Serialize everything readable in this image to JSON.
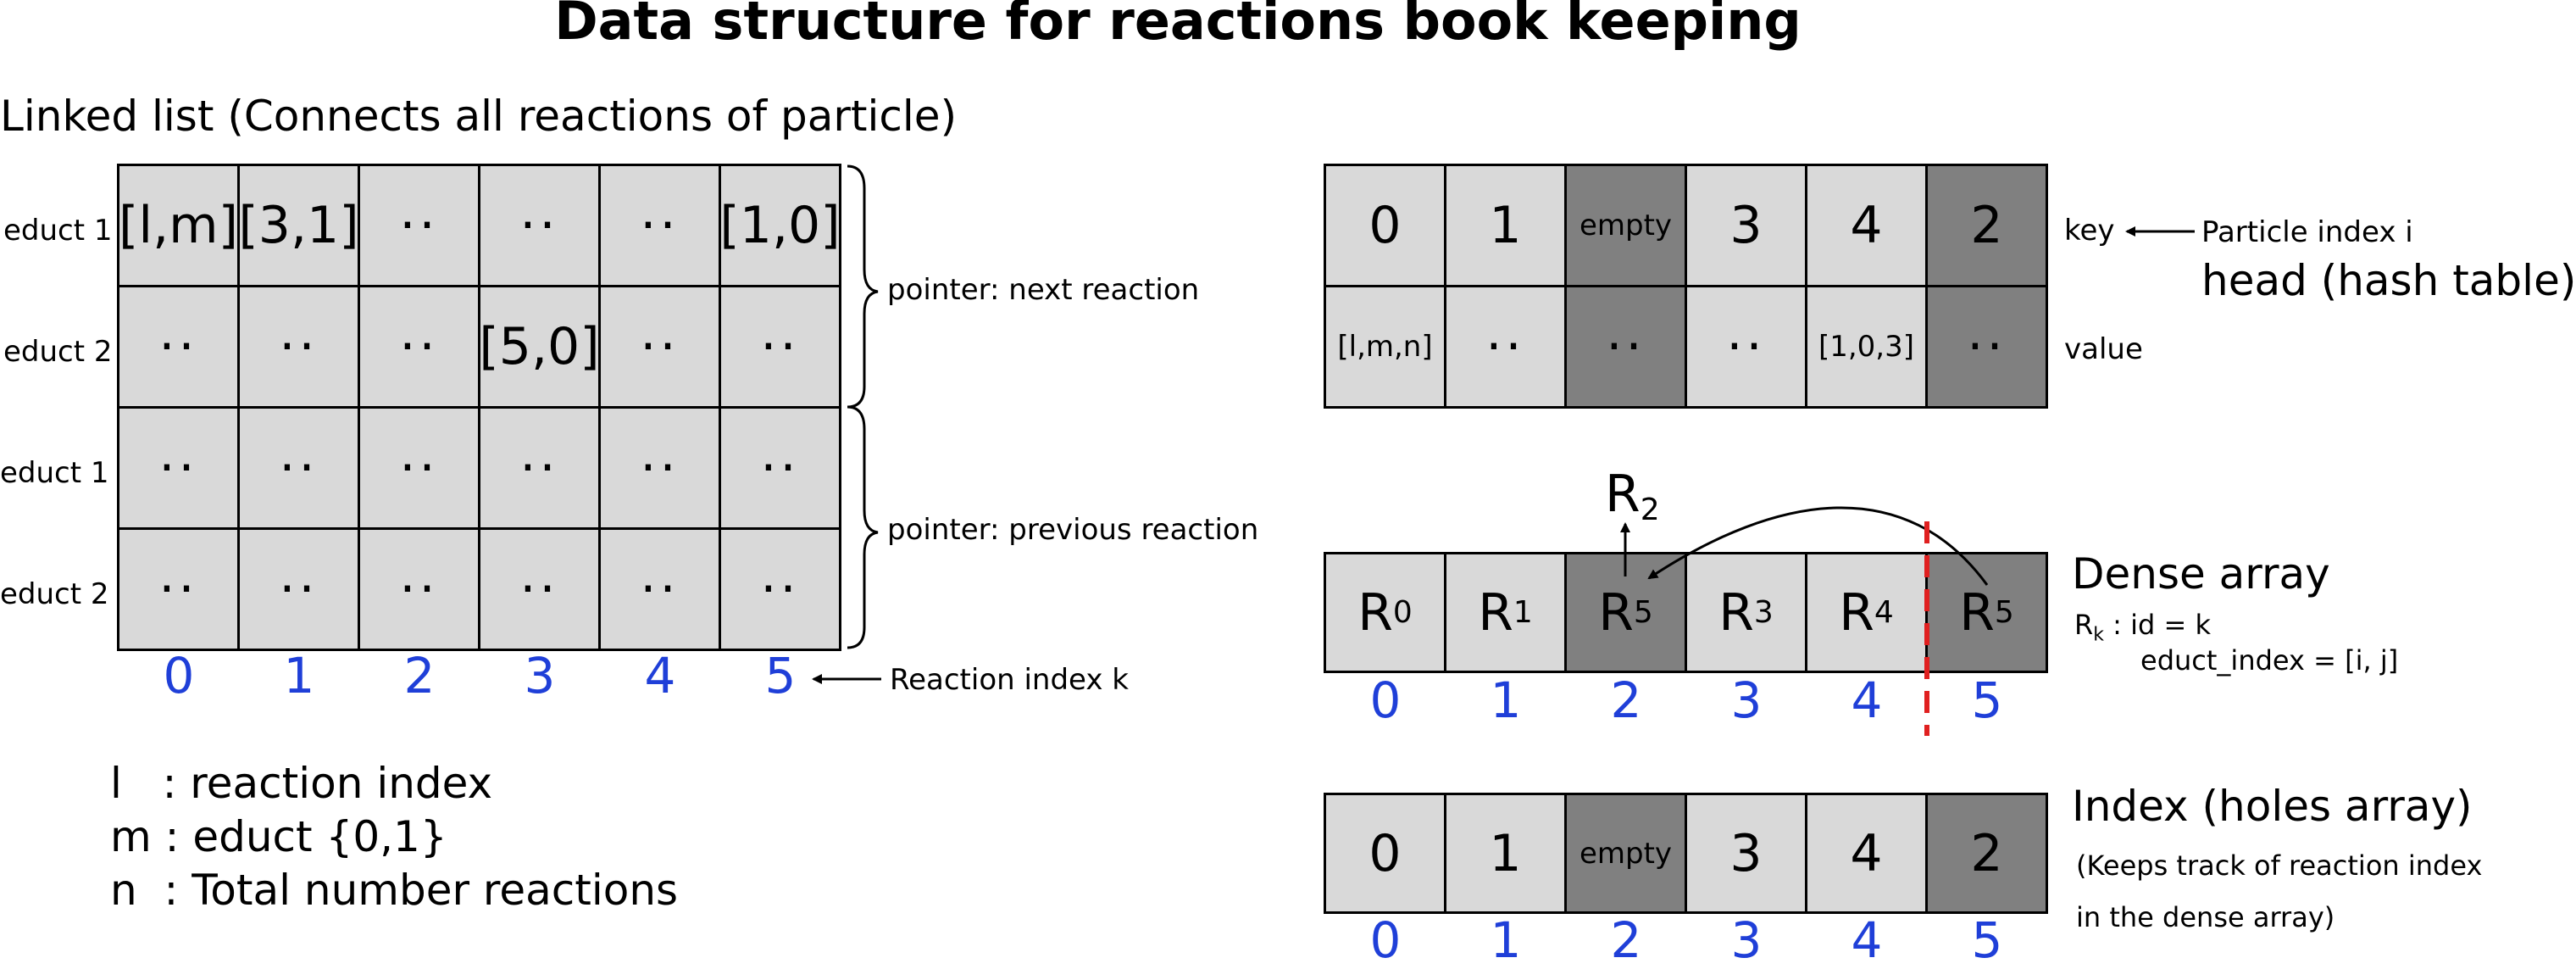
{
  "title": "Data structure for reactions book keeping",
  "linked_list": {
    "heading": "Linked list (Connects all reactions of particle)",
    "row_labels": [
      "educt 1",
      "educt 2",
      "educt 1",
      "educt 2"
    ],
    "rows": [
      [
        "[l,m]",
        "[3,1]",
        "··",
        "··",
        "··",
        "[1,0]"
      ],
      [
        "··",
        "··",
        "··",
        "[5,0]",
        "··",
        "··"
      ],
      [
        "··",
        "··",
        "··",
        "··",
        "··",
        "··"
      ],
      [
        "··",
        "··",
        "··",
        "··",
        "··",
        "··"
      ]
    ],
    "index": [
      "0",
      "1",
      "2",
      "3",
      "4",
      "5"
    ],
    "brace_next": "pointer: next reaction",
    "brace_prev": "pointer: previous reaction",
    "index_label": "Reaction index k"
  },
  "legend": [
    "l   : reaction index",
    "m : educt {0,1}",
    "n  : Total number reactions"
  ],
  "head": {
    "keys": [
      "0",
      "1",
      "empty",
      "3",
      "4",
      "2"
    ],
    "values": [
      "[l,m,n]",
      "··",
      "··",
      "··",
      "[1,0,3]",
      "··"
    ],
    "dark": [
      false,
      false,
      true,
      false,
      false,
      true
    ],
    "key_label": "key",
    "value_label": "value",
    "arrow_label": "Particle index i",
    "caption": "head (hash table)"
  },
  "dense": {
    "cells": [
      {
        "r": "R",
        "sub": "0"
      },
      {
        "r": "R",
        "sub": "1"
      },
      {
        "r": "R",
        "sub": "5"
      },
      {
        "r": "R",
        "sub": "3"
      },
      {
        "r": "R",
        "sub": "4"
      },
      {
        "r": "R",
        "sub": "5"
      }
    ],
    "dark": [
      false,
      false,
      true,
      false,
      false,
      true
    ],
    "index": [
      "0",
      "1",
      "2",
      "3",
      "4",
      "5"
    ],
    "above_r": "R",
    "above_sub": "2",
    "heading": "Dense array",
    "desc_r": "R",
    "desc_sub": "k",
    "desc_line1": " : id = k",
    "desc_line2": "educt_index = [i, j]"
  },
  "holes": {
    "cells": [
      "0",
      "1",
      "empty",
      "3",
      "4",
      "2"
    ],
    "dark": [
      false,
      false,
      true,
      false,
      false,
      true
    ],
    "index": [
      "0",
      "1",
      "2",
      "3",
      "4",
      "5"
    ],
    "heading": "Index (holes array)",
    "desc_line1": "(Keeps track of reaction index",
    "desc_line2": "in the dense array)"
  },
  "colors": {
    "cell": "#d9d9d9",
    "cell_dark": "#808080",
    "index_blue": "#1f3fd8",
    "divider_red": "#e02020"
  }
}
